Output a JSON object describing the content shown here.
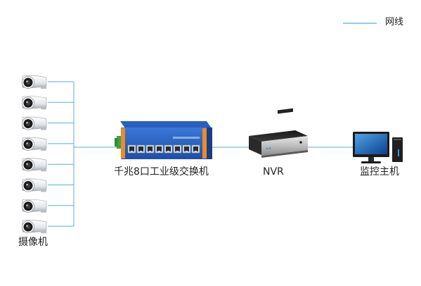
{
  "legend": {
    "label": "网线",
    "line_color": "#5aaee0"
  },
  "nodes": {
    "cameras": {
      "label": "摄像机",
      "count": 8
    },
    "switch": {
      "label": "千兆8口工业级交换机",
      "ports": 8
    },
    "nvr": {
      "label": "NVR"
    },
    "host": {
      "label": "监控主机"
    }
  },
  "edges": [
    {
      "from": "cameras",
      "to": "switch"
    },
    {
      "from": "switch",
      "to": "nvr"
    },
    {
      "from": "nvr",
      "to": "host"
    }
  ],
  "icons": {
    "camera": "camera-icon",
    "switch": "switch-icon",
    "nvr": "nvr-icon",
    "monitor": "monitor-icon",
    "tower": "pc-tower-icon"
  }
}
